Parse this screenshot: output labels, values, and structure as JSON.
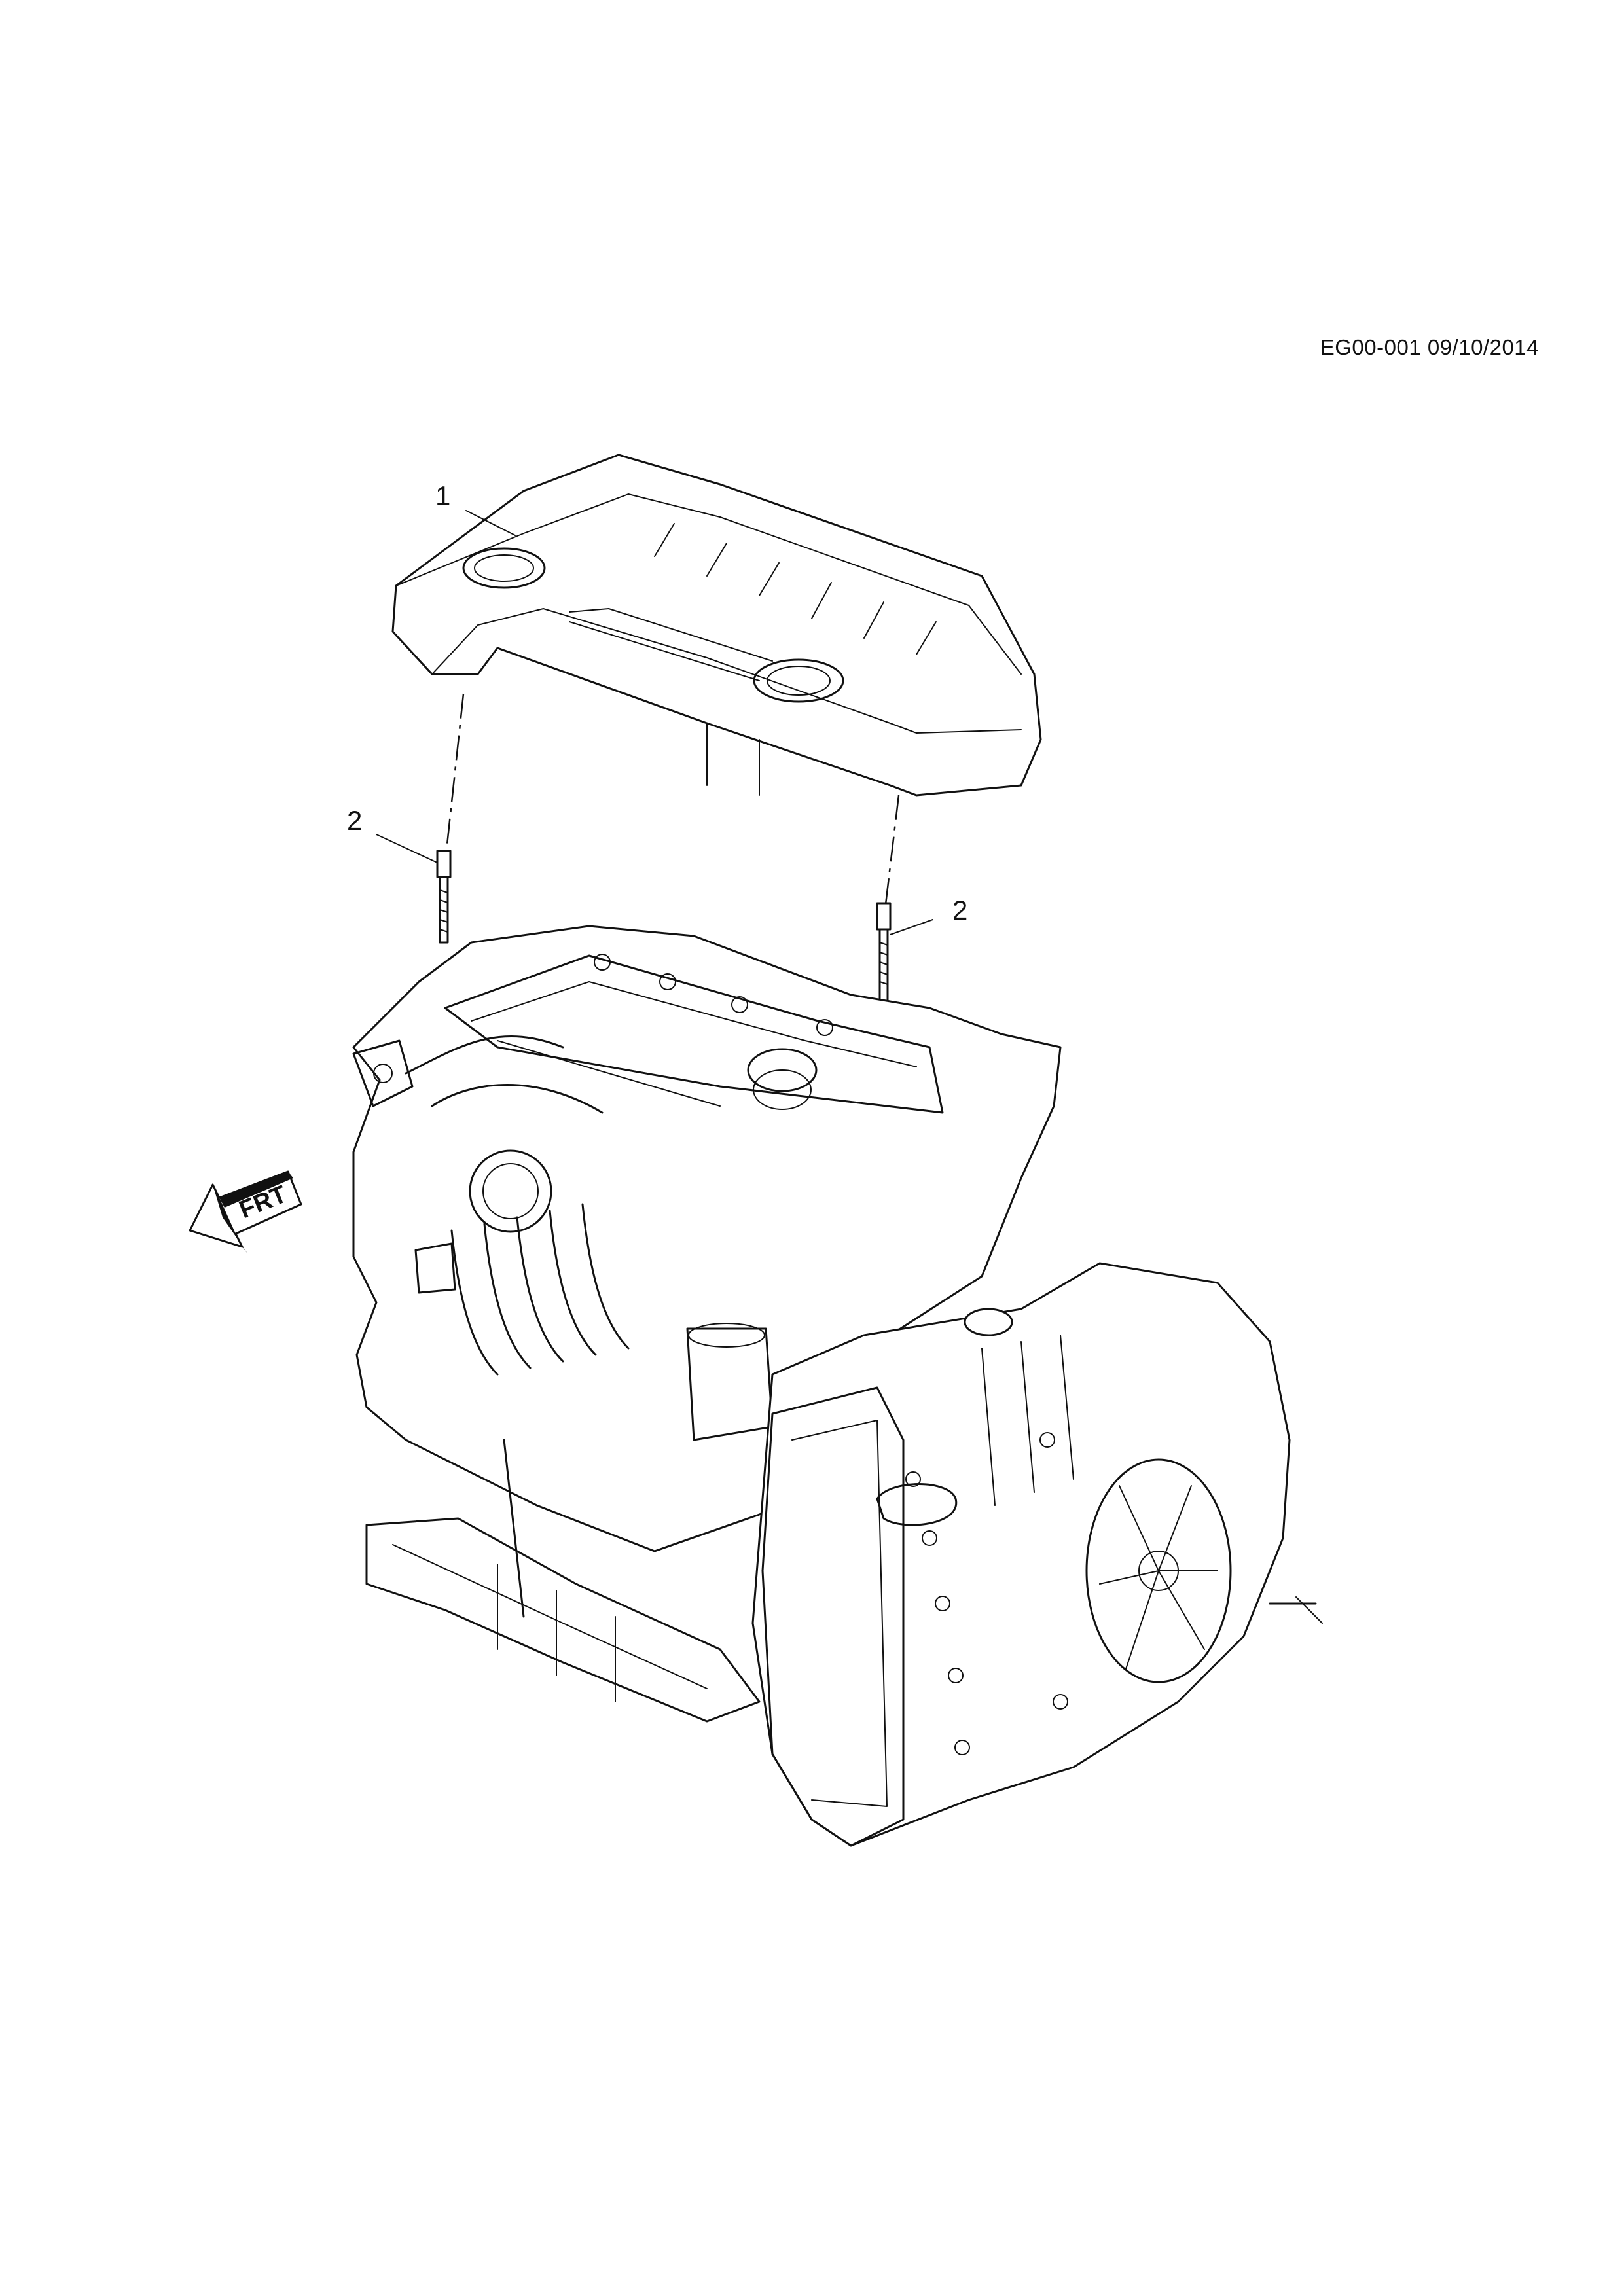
{
  "document": {
    "reference": "EG00-001 09/10/2014"
  },
  "callouts": [
    {
      "label": "1",
      "part": "engine-cover"
    },
    {
      "label": "2",
      "part": "stud-left"
    },
    {
      "label": "2",
      "part": "stud-right"
    }
  ],
  "direction_arrow": {
    "label": "FRT"
  },
  "colors": {
    "line": "#111111",
    "background": "#ffffff"
  }
}
